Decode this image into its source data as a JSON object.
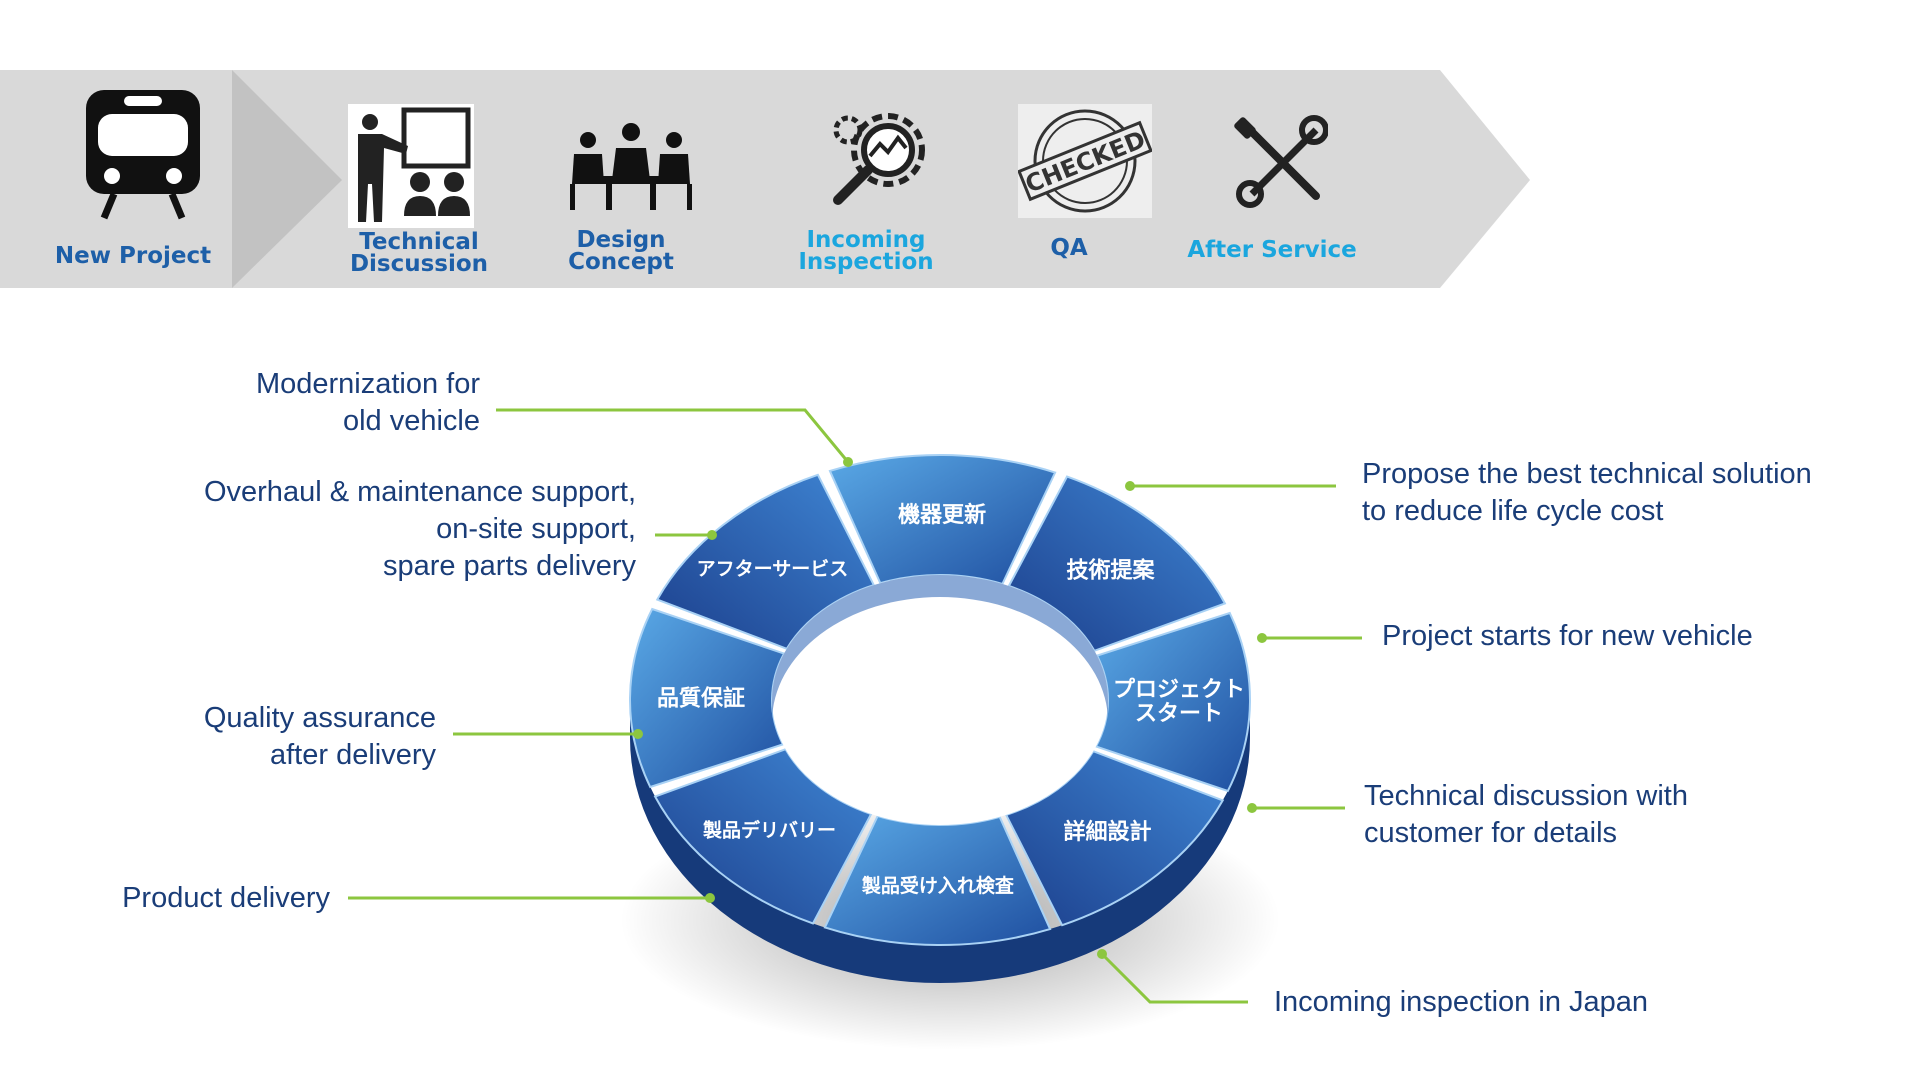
{
  "colors": {
    "band": "#d9d9d9",
    "band_arrow": "#c2c2c2",
    "step_dark": "#1d5fa8",
    "step_light": "#1ba6de",
    "annotation_text": "#1a3d78",
    "leader": "#8cc63f",
    "ring_dark": "#1f4fa0",
    "ring_light": "#4b9ce0"
  },
  "process_steps": [
    {
      "label": "New Project",
      "icon": "train-icon"
    },
    {
      "label": "Technical\nDiscussion",
      "icon": "presentation-icon"
    },
    {
      "label": "Design\nConcept",
      "icon": "meeting-icon"
    },
    {
      "label": "Incoming\nInspection",
      "icon": "gear-magnifier-icon"
    },
    {
      "label": "QA",
      "icon": "checked-stamp-icon",
      "stamp_text": "CHECKED"
    },
    {
      "label": "After Service",
      "icon": "tools-icon"
    }
  ],
  "cycle_segments": [
    {
      "label": "機器更新"
    },
    {
      "label": "技術提案"
    },
    {
      "label": "プロジェクト\nスタート"
    },
    {
      "label": "詳細設計"
    },
    {
      "label": "製品受け入れ検査"
    },
    {
      "label": "製品デリバリー"
    },
    {
      "label": "品質保証"
    },
    {
      "label": "アフターサービス"
    }
  ],
  "annotations": [
    {
      "text": "Modernization for\nold vehicle"
    },
    {
      "text": "Overhaul & maintenance support,\non-site support,\nspare parts delivery"
    },
    {
      "text": "Quality assurance\nafter delivery"
    },
    {
      "text": "Product delivery"
    },
    {
      "text": "Propose the best technical solution\nto reduce life cycle cost"
    },
    {
      "text": "Project starts for new vehicle"
    },
    {
      "text": "Technical discussion with\ncustomer for details"
    },
    {
      "text": "Incoming inspection in Japan"
    }
  ]
}
